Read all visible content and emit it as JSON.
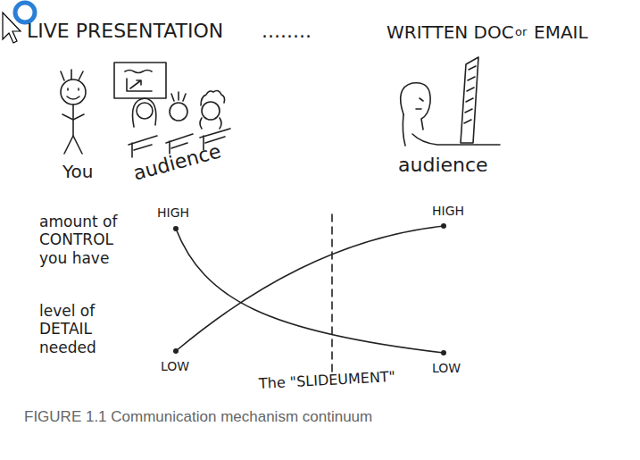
{
  "diagram": {
    "caption": "FIGURE 1.1 Communication mechanism continuum",
    "labels": [
      "LIVE PRESENTATION",
      "........",
      "WRITTEN DOC",
      "or",
      "EMAIL",
      "You",
      "audience",
      "audience",
      "amount of CONTROL you have",
      "level of DETAIL needed",
      "HIGH",
      "LOW",
      "HIGH",
      "LOW",
      "The \"SLIDEUMENT\""
    ]
  }
}
